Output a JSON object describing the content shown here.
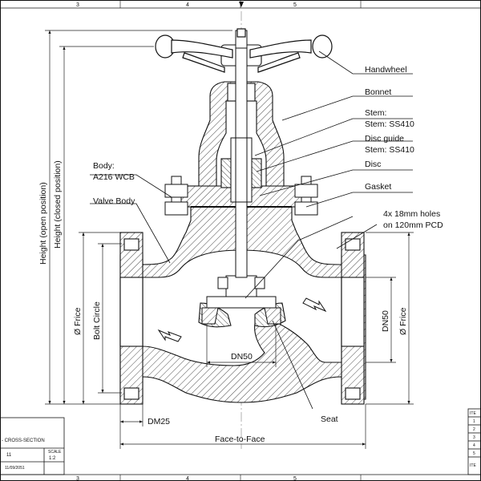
{
  "frame": {
    "zone_numbers": [
      "3",
      "4",
      "5"
    ]
  },
  "labels": {
    "handwheel": "Handwheel",
    "bonnet": "Bonnet",
    "stem_1": "Stem:",
    "stem_2": "Stem: SS410",
    "disc_guide_1": "Disc guide",
    "disc_guide_2": "Stem: SS410",
    "disc": "Disc",
    "gasket": "Gasket",
    "holes_1": "4x 18mm holes",
    "holes_2": "on 120mm PCD",
    "body_1": "Body:",
    "body_2": "A216 WCB",
    "valve_body": "Valve Body",
    "seat": "Seat"
  },
  "dimensions": {
    "height_open": "Height (open position)",
    "height_closed": "Height (closed position)",
    "frice_left": "Ø Frice",
    "bolt_circle": "Bolt Circle",
    "frice_right": "Ø Frice",
    "dn50_bore": "DN50",
    "dn50_right": "DN50",
    "dm25": "DM25",
    "face_to_face": "Face-to-Face"
  },
  "title_block": {
    "title": "- CROSS-SECTION",
    "number": "11",
    "scale_label": "SCALE",
    "scale_value": "1:2",
    "date": "11/09/2051"
  },
  "item_table": {
    "header": "ITE",
    "rows": [
      "1",
      "2",
      "3",
      "4",
      "5"
    ],
    "footer": "ITE"
  },
  "colors": {
    "line": "#111111",
    "background": "#ffffff",
    "dim_line": "#222222"
  }
}
